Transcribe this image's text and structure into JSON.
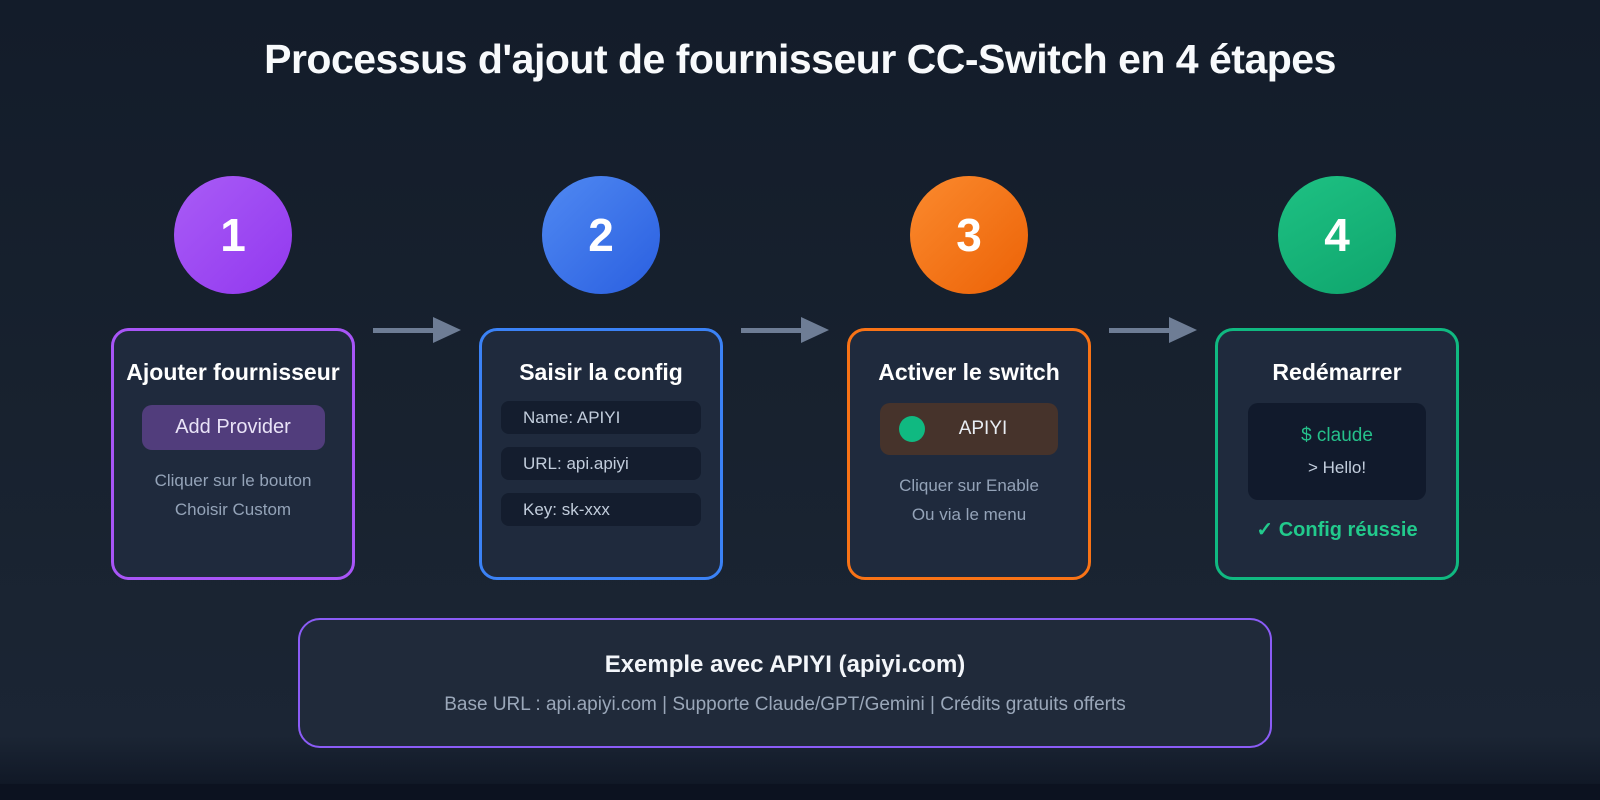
{
  "page": {
    "title": "Processus d'ajout de fournisseur CC-Switch en 4 étapes"
  },
  "steps": [
    {
      "number": "1",
      "title": "Ajouter fournisseur",
      "accent_color": "#a855f7",
      "button_label": "Add Provider",
      "helper_lines": [
        "Cliquer sur le bouton",
        "Choisir Custom"
      ]
    },
    {
      "number": "2",
      "title": "Saisir la config",
      "accent_color": "#3b82f6",
      "fields": [
        "Name: APIYI",
        "URL: api.apiyi",
        "Key: sk-xxx"
      ]
    },
    {
      "number": "3",
      "title": "Activer le switch",
      "accent_color": "#f97316",
      "toggle": {
        "label": "APIYI",
        "status_color": "#10b981"
      },
      "helper_lines": [
        "Cliquer sur Enable",
        "Ou via le menu"
      ]
    },
    {
      "number": "4",
      "title": "Redémarrer",
      "accent_color": "#10b981",
      "terminal_lines": [
        "$ claude",
        "> Hello!"
      ],
      "success_label": "✓ Config réussie"
    }
  ],
  "example_box": {
    "title": "Exemple avec APIYI (apiyi.com)",
    "subtitle": "Base URL : api.apiyi.com | Supporte Claude/GPT/Gemini | Crédits gratuits offerts",
    "border_color": "#8b5cf6"
  },
  "colors": {
    "background": "#18222f",
    "card_background": "#1f2a3d",
    "arrow": "#6e7d95",
    "helper_text": "#94a3b8",
    "terminal_command": "#25c08a",
    "button_background": "#513d7c",
    "toggle_background": "#46332b"
  }
}
